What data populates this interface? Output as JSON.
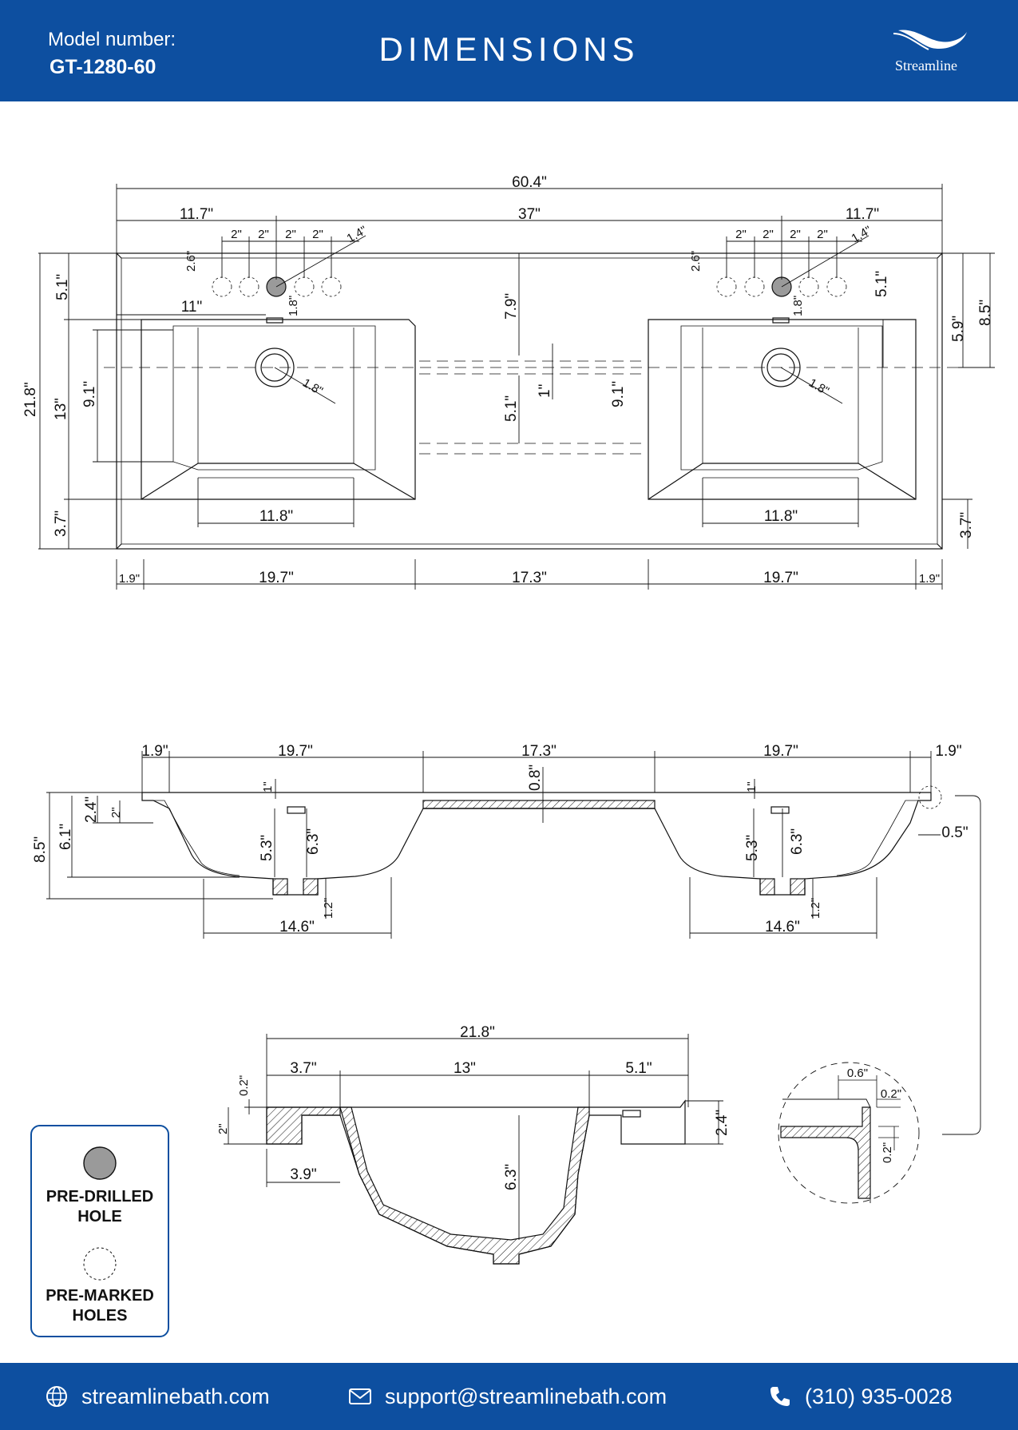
{
  "header": {
    "model_label": "Model number:",
    "model_number": "GT-1280-60",
    "title": "DIMENSIONS",
    "brand": "Streamline"
  },
  "top_view": {
    "overall_width": "60.4\"",
    "left_margin": "11.7\"",
    "center_span": "37\"",
    "right_margin": "11.7\"",
    "hole_spacing": [
      "2\"",
      "2\"",
      "2\"",
      "2\""
    ],
    "hole_diameter": "1.4\"",
    "hole_to_back": "2.6\"",
    "back_to_bowl": "5.1\"",
    "hole_to_bowl": "1.8\"",
    "edge_to_hole": "11\"",
    "depth": "21.8\"",
    "bowl_depth": "13\"",
    "inner_depth": "9.1\"",
    "front_margin": "3.7\"",
    "drain_diameter": "1.8\"",
    "bowl_bottom_width": "11.8\"",
    "center_height": "7.9\"",
    "center_gap": "1\"",
    "center_lower": "5.1\"",
    "right_to_drain": "5.9\"",
    "right_total": "8.5\"",
    "bottom_row": [
      "1.9\"",
      "19.7\"",
      "17.3\"",
      "19.7\"",
      "1.9\""
    ]
  },
  "front_view": {
    "top_row": [
      "1.9\"",
      "19.7\"",
      "17.3\"",
      "19.7\"",
      "1.9\""
    ],
    "deck_thickness": "0.8\"",
    "overflow_gap": "1\"",
    "total_height": "8.5\"",
    "bowl_height": "6.1\"",
    "lip_height": "2.4\"",
    "skirt": "2\"",
    "overflow_to_bottom": "5.3\"",
    "bowl_inner": "6.3\"",
    "drain_boss": "1.2\"",
    "bottom_width": "14.6\"",
    "lip_offset": "0.5\""
  },
  "side_view": {
    "depth": "21.8\"",
    "front": "3.7\"",
    "bowl": "13\"",
    "back": "5.1\"",
    "top_thickness": "0.2\"",
    "front_skirt": "2\"",
    "back_height": "2.4\"",
    "front_offset": "3.9\"",
    "bowl_height": "6.3\""
  },
  "detail": {
    "width": "0.6\"",
    "thickness_top": "0.2\"",
    "thickness_side": "0.2\""
  },
  "legend": {
    "pre_drilled": "PRE-DRILLED HOLE",
    "pre_drilled_1": "PRE-DRILLED",
    "pre_drilled_2": "HOLE",
    "pre_marked_1": "PRE-MARKED",
    "pre_marked_2": "HOLES"
  },
  "footer": {
    "website": "streamlinebath.com",
    "email": "support@streamlinebath.com",
    "phone": "(310) 935-0028",
    "website_icon": "globe-icon",
    "email_icon": "envelope-icon",
    "phone_icon": "phone-icon"
  },
  "colors": {
    "brand_blue": "#0d4fa0",
    "line": "#111111",
    "drilled_fill": "#9a9a9a"
  }
}
